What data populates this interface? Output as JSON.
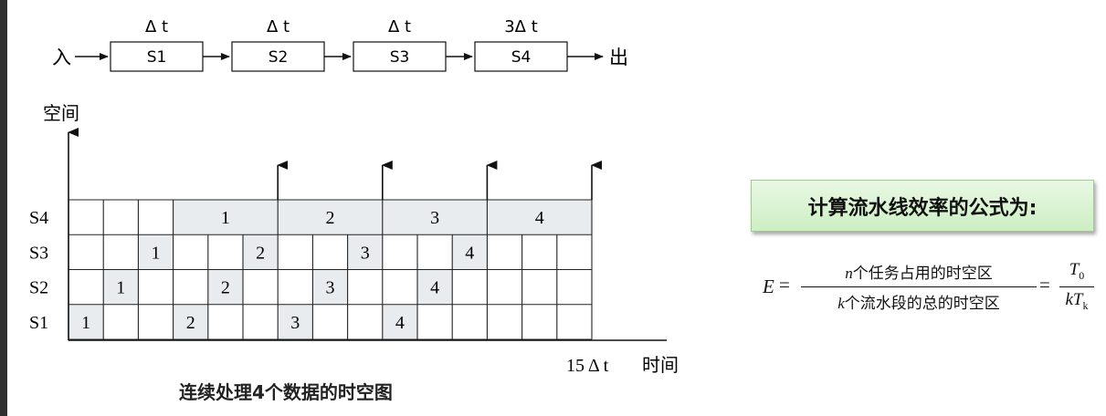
{
  "pipeline": {
    "input_label": "入",
    "output_label": "出",
    "stages": [
      {
        "name": "S1",
        "time": "Δt"
      },
      {
        "name": "S2",
        "time": "Δt"
      },
      {
        "name": "S3",
        "time": "Δt"
      },
      {
        "name": "S4",
        "time": "3Δt"
      }
    ]
  },
  "diagram": {
    "y_axis_label": "空间",
    "x_axis_label": "时间",
    "x_end_label": "15Δt",
    "rows": [
      "S4",
      "S3",
      "S2",
      "S1"
    ],
    "columns": 15,
    "fast_stage_tasks": {
      "S1": [
        {
          "task": "1",
          "start": 1
        },
        {
          "task": "2",
          "start": 4
        },
        {
          "task": "3",
          "start": 7
        },
        {
          "task": "4",
          "start": 10
        }
      ],
      "S2": [
        {
          "task": "1",
          "start": 2
        },
        {
          "task": "2",
          "start": 5
        },
        {
          "task": "3",
          "start": 8
        },
        {
          "task": "4",
          "start": 11
        }
      ],
      "S3": [
        {
          "task": "1",
          "start": 3
        },
        {
          "task": "2",
          "start": 6
        },
        {
          "task": "3",
          "start": 9
        },
        {
          "task": "4",
          "start": 12
        }
      ]
    },
    "s4_tasks": [
      {
        "task": "1",
        "start": 4,
        "span": 3
      },
      {
        "task": "2",
        "start": 7,
        "span": 3
      },
      {
        "task": "3",
        "start": 10,
        "span": 3
      },
      {
        "task": "4",
        "start": 13,
        "span": 3
      }
    ],
    "fill_color": "#e9ecef",
    "caption": "连续处理4个数据的时空图"
  },
  "formula": {
    "title": "计算流水线效率的公式为:",
    "lhs": "E",
    "numerator_var": "n",
    "numerator_text": "个任务占用的时空区",
    "denominator_var": "k",
    "denominator_text": "个流水段的总的时空区",
    "rhs_numerator": "T",
    "rhs_numerator_sub": "0",
    "rhs_denominator": "kT",
    "rhs_denominator_sub": "k",
    "box_color": "#d8f2cf"
  }
}
